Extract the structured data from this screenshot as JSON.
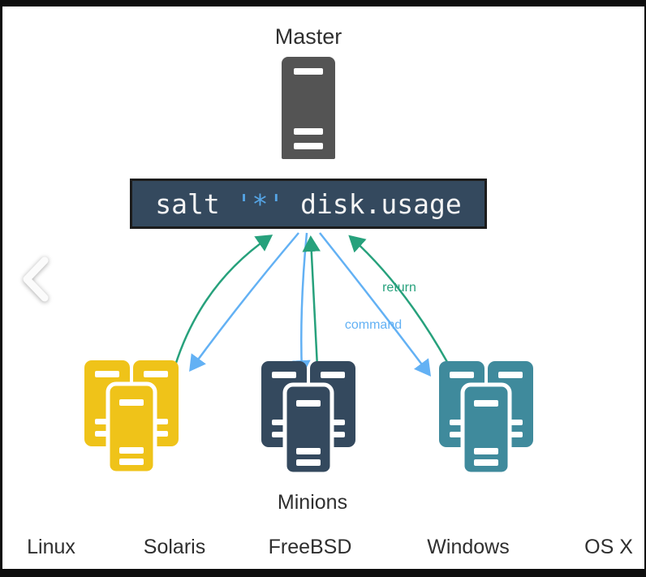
{
  "labels": {
    "master": "Master",
    "minions": "Minions",
    "return_arrow": "return",
    "command_arrow": "command"
  },
  "command_bar": {
    "prefix": "salt ",
    "target": "'*'",
    "function": " disk.usage"
  },
  "os_labels": [
    "Linux",
    "Solaris",
    "FreeBSD",
    "Windows",
    "OS X"
  ],
  "minion_groups": [
    {
      "name": "minion-group-left",
      "color_key": "group_yellow"
    },
    {
      "name": "minion-group-middle",
      "color_key": "group_navy"
    },
    {
      "name": "minion-group-right",
      "color_key": "group_teal"
    }
  ],
  "nav": {
    "prev_icon": "chevron-left"
  },
  "colors": {
    "frame_black": "#0e0e0e",
    "label_dark": "#2f2f2f",
    "master_gray": "#545454",
    "bar_bg": "#34495e",
    "bar_text": "#f4f4f4",
    "target_blue": "#55a5e6",
    "return_green": "#27a17c",
    "command_blue": "#63b1f4",
    "group_yellow": "#efc319",
    "group_navy": "#34495e",
    "group_teal": "#3f8a9c",
    "chevron_white": "#fbfbfb"
  }
}
